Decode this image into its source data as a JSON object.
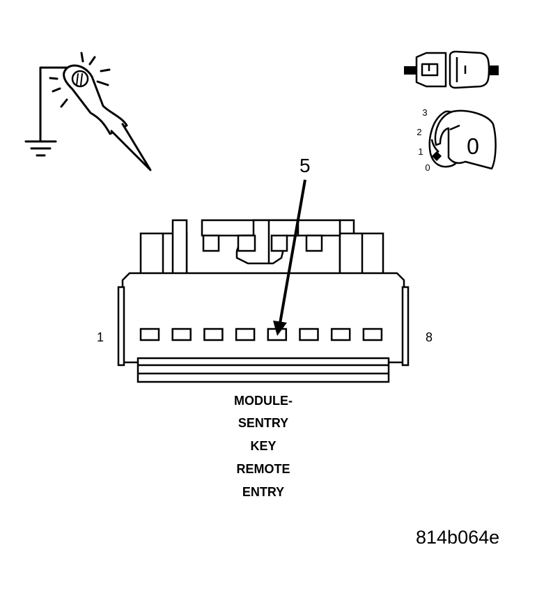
{
  "connector": {
    "pin_first": "1",
    "pin_last": "8",
    "pin_count": 8,
    "callout_pin": "5",
    "callout_cavity_index": 5
  },
  "caption": {
    "lines": [
      "MODULE-",
      "SENTRY",
      "KEY",
      "REMOTE",
      "ENTRY"
    ]
  },
  "ignition": {
    "positions": [
      "3",
      "2",
      "1",
      "0"
    ],
    "key_position": "0"
  },
  "figure_id": "814b064e",
  "icons": {
    "probe": "test-light-probe-icon",
    "ground": "ground-symbol-icon",
    "connector_disconnect": "disconnected-connector-icon",
    "ignition": "ignition-key-off-icon"
  }
}
